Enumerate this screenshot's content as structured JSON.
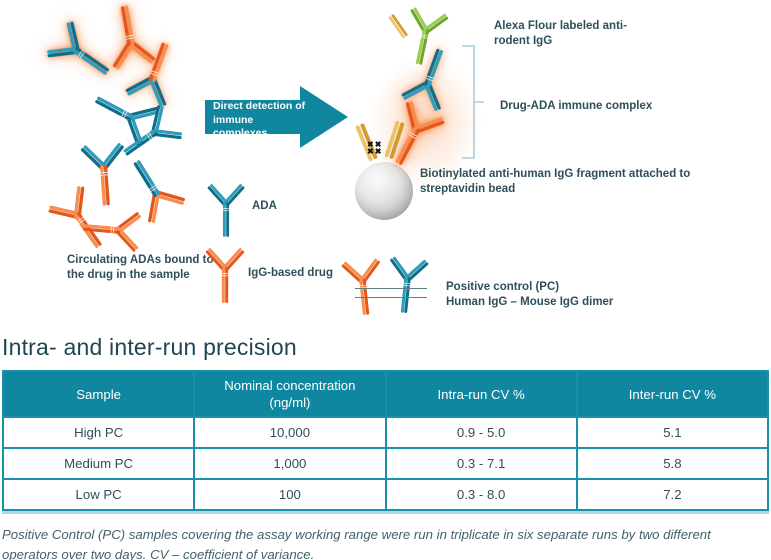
{
  "figure": {
    "left_caption": "Circulating ADAs bound to the drug in the sample",
    "arrow_label": "Direct detection of immune complexes",
    "ada_label": "ADA",
    "igg_drug_label": "IgG-based drug",
    "alexa_label": "Alexa Flour labeled anti-rodent IgG",
    "complex_label": "Drug-ADA immune complex",
    "bead_label": "Biotinylated anti-human IgG fragment attached to streptavidin bead",
    "pc_label_line1": "Positive control (PC)",
    "pc_label_line2": "Human IgG – Mouse IgG dimer",
    "biotin_glyph_row": "✖✖"
  },
  "colors": {
    "teal": "#0f87a1",
    "orange": "#ee6a2e",
    "green": "#6da62d",
    "yellow": "#d29d33",
    "text_dark": "#2e4f5c",
    "table_border": "#1b8fa8",
    "table_underline": "#a7dbe4"
  },
  "section_title": "Intra- and inter-run precision",
  "table": {
    "headers": [
      "Sample",
      "Nominal concentration (ng/ml)",
      "Intra-run CV %",
      "Inter-run CV %"
    ],
    "rows": [
      [
        "High PC",
        "10,000",
        "0.9 - 5.0",
        "5.1"
      ],
      [
        "Medium PC",
        "1,000",
        "0.3 - 7.1",
        "5.8"
      ],
      [
        "Low PC",
        "100",
        "0.3 - 8.0",
        "7.2"
      ]
    ]
  },
  "footnote": "Positive Control (PC) samples covering the assay working range were run in triplicate in six separate runs by two different operators over two days. CV – coefficient of variance."
}
